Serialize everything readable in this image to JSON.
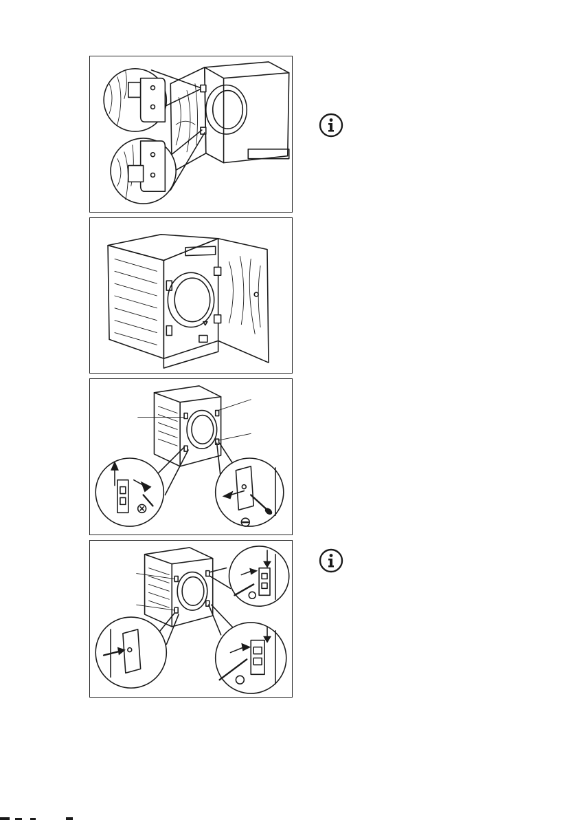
{
  "figures": [
    {
      "id": "fig-hinges-door-front",
      "icons": [
        "magnifier-circle-icon",
        "hinge-icon"
      ]
    },
    {
      "id": "fig-door-mounted",
      "icons": [
        "washing-machine-icon",
        "furniture-door-icon"
      ]
    },
    {
      "id": "fig-remove-latch",
      "icons": [
        "arrow-up-icon",
        "arrow-right-icon",
        "screwdriver-icon",
        "torx-icon",
        "flat-screwdriver-icon"
      ]
    },
    {
      "id": "fig-fit-latch",
      "icons": [
        "arrow-down-icon",
        "arrow-right-icon",
        "screwdriver-icon",
        "torx-icon"
      ]
    }
  ],
  "notes": [
    {
      "id": "note-1",
      "icon": "info-icon"
    },
    {
      "id": "note-2",
      "icon": "info-icon"
    }
  ],
  "colors": {
    "line": "#1a1a1a",
    "background": "#ffffff"
  }
}
